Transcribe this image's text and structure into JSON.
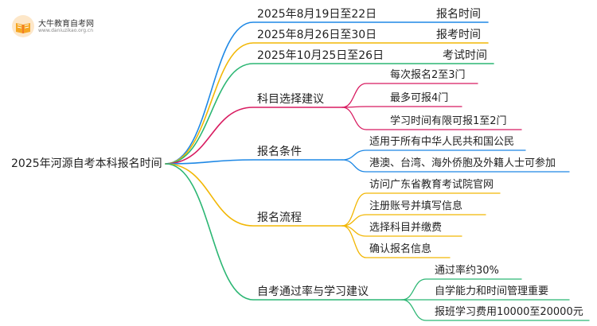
{
  "brand": {
    "name": "大牛教育自考网",
    "url": "www.daniuzikao.org.cn",
    "icon": "open-book-icon",
    "colors": [
      "#f5a623",
      "#f26b2a"
    ]
  },
  "mindmap": {
    "root": "2025年河源自考本科报名时间",
    "branches": [
      {
        "label": "2025年8月19日至22日",
        "tag": "报名时间",
        "color": "#1e88e5"
      },
      {
        "label": "2025年8月26日至30日",
        "tag": "报考时间",
        "color": "#f2b705"
      },
      {
        "label": "2025年10月25日至26日",
        "tag": "考试时间",
        "color": "#2bb673"
      },
      {
        "label": "科目选择建议",
        "color": "#d81b60",
        "children": [
          "每次报名2至3门",
          "最多可报4门",
          "学习时间有限可报1至2门"
        ]
      },
      {
        "label": "报名条件",
        "color": "#1e88e5",
        "children": [
          "适用于所有中华人民共和国公民",
          "港澳、台湾、海外侨胞及外籍人士可参加"
        ]
      },
      {
        "label": "报名流程",
        "color": "#f2b705",
        "children": [
          "访问广东省教育考试院官网",
          "注册账号并填写信息",
          "选择科目并缴费",
          "确认报名信息"
        ]
      },
      {
        "label": "自考通过率与学习建议",
        "color": "#2bb673",
        "children": [
          "通过率约30%",
          "自学能力和时间管理重要",
          "报班学习费用10000至20000元"
        ]
      }
    ]
  }
}
